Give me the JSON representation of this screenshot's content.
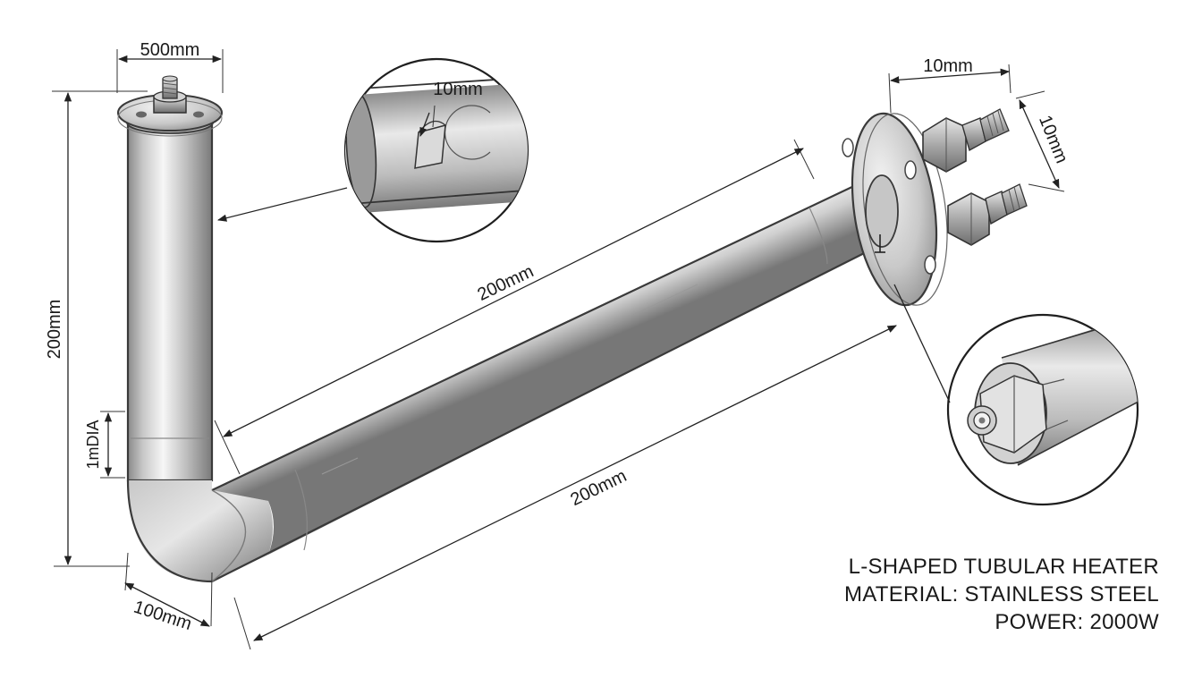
{
  "dimensions": {
    "top_width": "500mm",
    "vertical_height": "200mm",
    "diameter": "1mDIA",
    "bottom_offset": "100mm",
    "upper_length": "200mm",
    "lower_length": "200mm",
    "detail_top": "10mm",
    "flange_width": "10mm",
    "flange_height": "10mm"
  },
  "info": {
    "title": "L-SHAPED TUBULAR HEATER",
    "material": "MATERIAL: STAINLESS STEEL",
    "power": "POWER: 2000W"
  },
  "colors": {
    "tube_light": "#f4f4f4",
    "tube_mid": "#c4c4c4",
    "tube_dark": "#7e7e7e",
    "line": "#222222"
  }
}
